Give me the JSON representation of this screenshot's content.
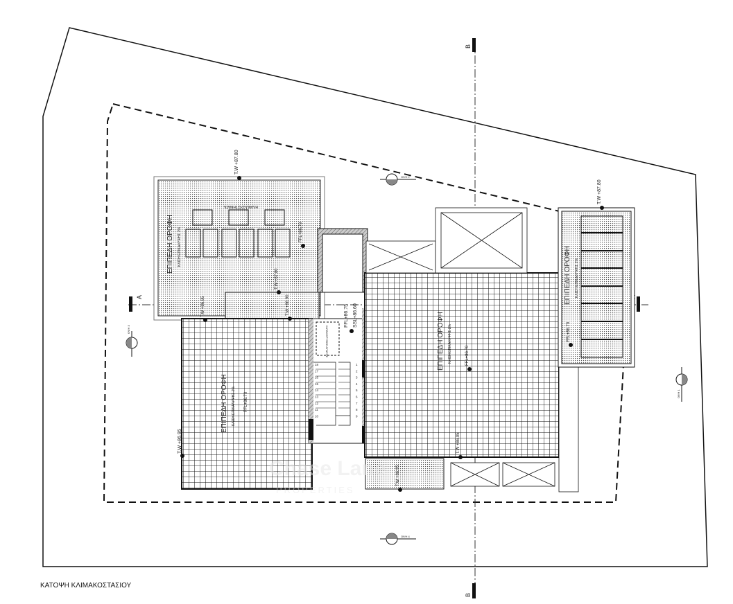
{
  "drawing_title": "ΚΑΤΟΨΗ ΚΛΙΜΑΚΟΣΤΑΣΙΟΥ",
  "section_markers": {
    "a": "A",
    "b": "B"
  },
  "elevation_markers": [
    "ΟΨΗ 1",
    "ΟΨΗ 2",
    "ΟΨΗ 3",
    "ΟΨΗ 4"
  ],
  "roofs": {
    "flat_roof_label": "ΕΠΙΠΕΔΗ ΟΡΟΦΗ",
    "slope_label": "ΚΛΙΣΗ ΕΠΙΚΑΛΥΨΗΣ 2%",
    "solar_label": "ΗΛΙΑΚΑ ΣΥΣΤΗΜΑΤΑ"
  },
  "levels": {
    "tw_8780": "T.W +87.80",
    "tw_8695": "T.W +86.95",
    "tw_8690": "T.W +86.90",
    "ffl_8670": "FFL+86.70",
    "ffl_8675": "FFL+86.75",
    "ssl_8660": "SSL+86.60"
  },
  "stair": {
    "hatch_label": "ΚΑΤΑΚΟΡΥΦΟΣ ΑΓΩΓΟΣ",
    "steps_right": [
      "1",
      "2",
      "3",
      "4",
      "5",
      "6",
      "7",
      "8",
      "9"
    ],
    "steps_left": [
      "18",
      "17",
      "16",
      "15",
      "14",
      "13",
      "12",
      "11",
      "10"
    ]
  },
  "watermark": {
    "line1": "Chase Lane",
    "line2": "PROPERTIES"
  },
  "colors": {
    "line": "#111111",
    "dots": "#555555",
    "watermark": "#e6e6e6"
  }
}
